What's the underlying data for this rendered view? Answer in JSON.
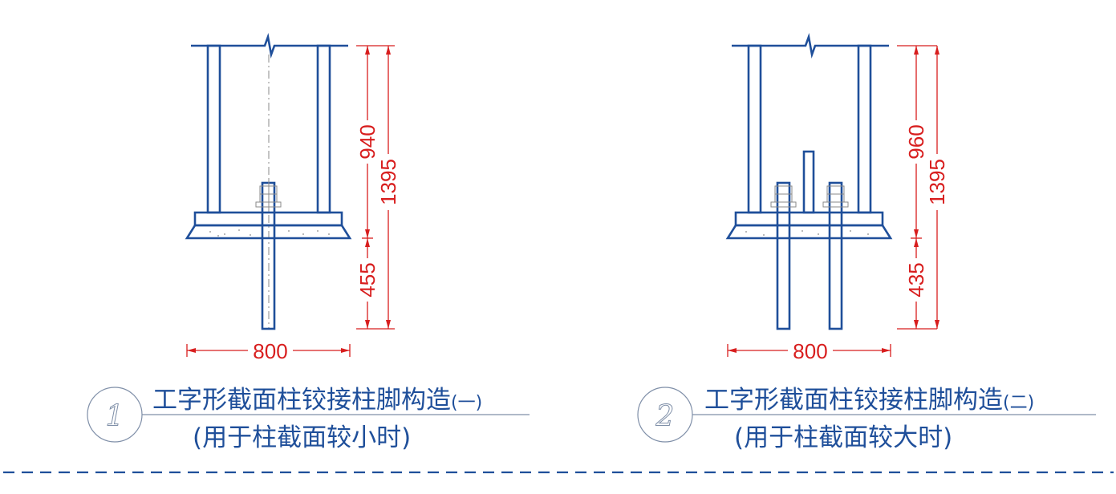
{
  "detail1": {
    "number": "1",
    "title": "工字形截面柱铰接柱脚构造",
    "title_suffix": "(一)",
    "subtitle": "(用于柱截面较小时)",
    "dim_upper": "940",
    "dim_lower": "455",
    "dim_total": "1395",
    "dim_width": "800"
  },
  "detail2": {
    "number": "2",
    "title": "工字形截面柱铰接柱脚构造",
    "title_suffix": "(二)",
    "subtitle": "(用于柱截面较大时)",
    "dim_upper": "960",
    "dim_lower": "435",
    "dim_total": "1395",
    "dim_width": "800"
  },
  "colors": {
    "steel": "#1f4f9a",
    "dimension": "#d81e1e",
    "separator": "#1f4f9a"
  }
}
